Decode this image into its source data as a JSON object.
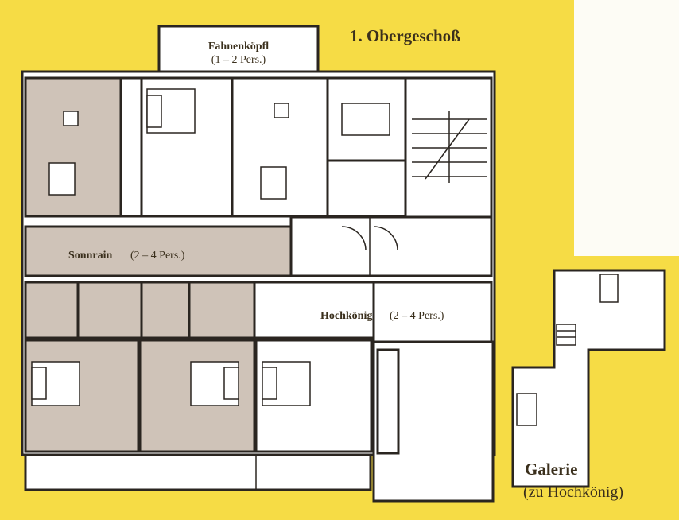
{
  "title": "1. Obergeschoß",
  "apartments": [
    {
      "name": "Fahnenköpfl",
      "capacity": "(1 – 2 Pers.)"
    },
    {
      "name": "Sonnrain",
      "capacity": "(2 – 4 Pers.)"
    },
    {
      "name": "Hochkönig",
      "capacity": "(2 – 4 Pers.)"
    }
  ],
  "galerie": {
    "name": "Galerie",
    "note": "(zu Hochkönig)"
  },
  "colors": {
    "background": "#f6dc45",
    "shaded": "#cfc3b8",
    "wall": "#2a2520"
  }
}
